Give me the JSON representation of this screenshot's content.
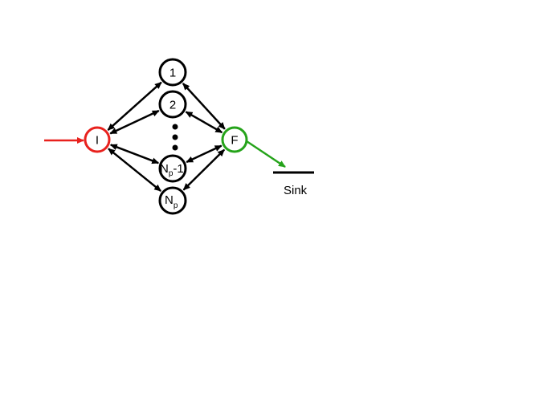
{
  "diagram": {
    "nodes": {
      "initial": {
        "label": "I",
        "color": "#e8211d"
      },
      "final": {
        "label": "F",
        "color": "#25a31a"
      },
      "path1": {
        "label": "1"
      },
      "path2": {
        "label": "2"
      },
      "pathNm1": {
        "label_main": "N",
        "label_sub": "p",
        "label_suffix": "-1"
      },
      "pathN": {
        "label_main": "N",
        "label_sub": "p"
      }
    },
    "sink": {
      "label": "Sink"
    },
    "edges": [
      {
        "from": "initial",
        "to": "path1",
        "bidirectional": true
      },
      {
        "from": "initial",
        "to": "path2",
        "bidirectional": true
      },
      {
        "from": "initial",
        "to": "pathNm1",
        "bidirectional": true
      },
      {
        "from": "initial",
        "to": "pathN",
        "bidirectional": true
      },
      {
        "from": "path1",
        "to": "final",
        "bidirectional": true
      },
      {
        "from": "path2",
        "to": "final",
        "bidirectional": true
      },
      {
        "from": "pathNm1",
        "to": "final",
        "bidirectional": true
      },
      {
        "from": "pathN",
        "to": "final",
        "bidirectional": true
      }
    ],
    "input_arrow_color": "#e8211d",
    "output_arrow_color": "#25a31a"
  }
}
